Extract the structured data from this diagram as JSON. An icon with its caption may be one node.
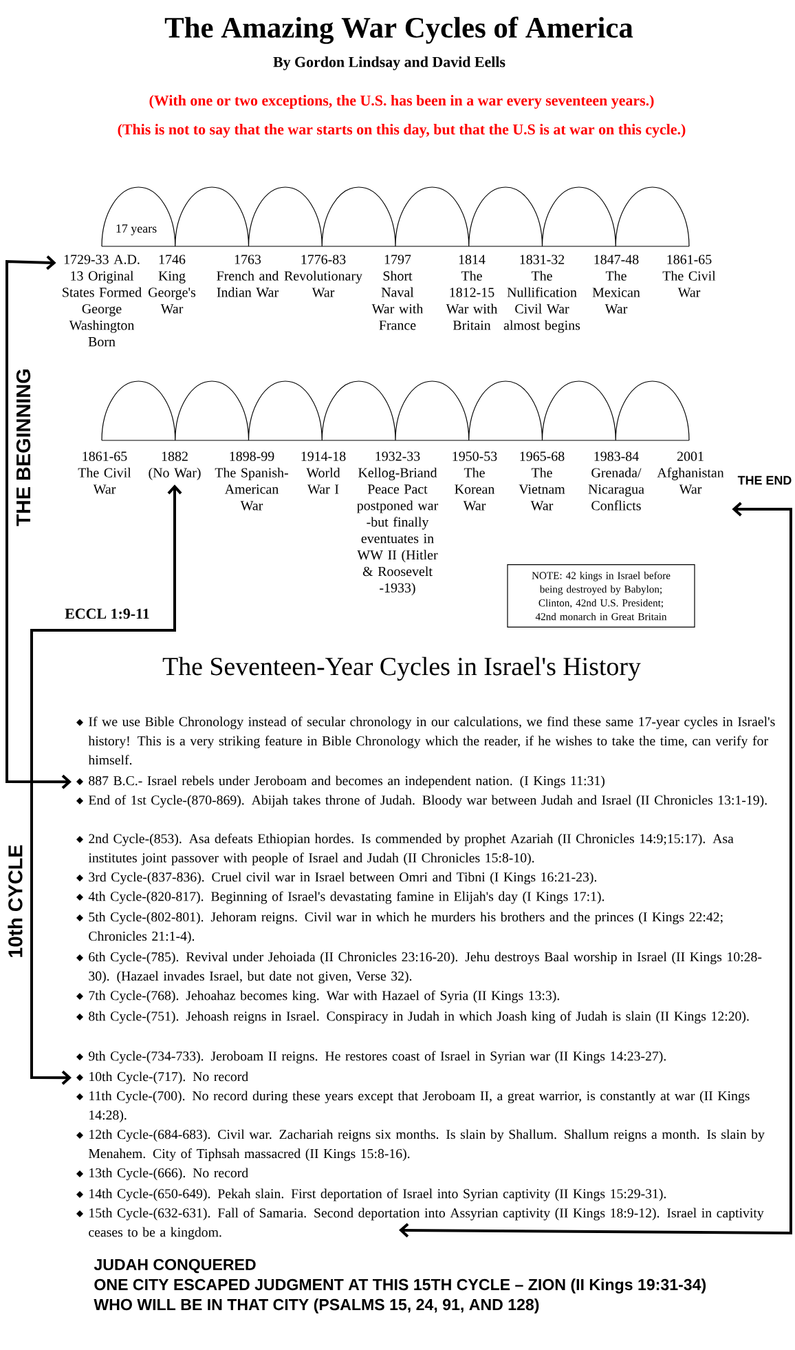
{
  "diagram": {
    "title": "The Amazing War Cycles of America",
    "nodes": [
      {
        "text": [
          "1729-33 A.D.",
          "13 Original States Formed George Washington Born"
        ]
      },
      {
        "text": [
          "1746",
          "King George's War"
        ]
      },
      {
        "text": [
          "1763",
          "French and Indian War"
        ]
      },
      {
        "text": [
          "1776-83",
          "Revolutionary War"
        ]
      },
      {
        "text": [
          "1797",
          "Short Naval War with France"
        ]
      },
      {
        "text": [
          "1814",
          "The 1812-15 War with Britain"
        ]
      },
      {
        "text": [
          "1831-32",
          "The Nullification Civil War almost begins"
        ]
      },
      {
        "text": [
          "1847-48",
          "The Mexican War"
        ]
      },
      {
        "text": [
          "1861-65",
          "The Civil War"
        ]
      },
      {
        "text": [
          "1861-65",
          "The Civil War"
        ]
      },
      {
        "text": [
          "1882",
          "(No War)"
        ]
      },
      {
        "text": [
          "1898-99",
          "The Spanish-American War"
        ]
      },
      {
        "text": [
          "1914-18",
          "World War I"
        ]
      },
      {
        "text": [
          "1932-33",
          "Kellog-Briand Peace Pact postponed war -but finally eventuates in WW II (Hitler & Roosevelt -1933)"
        ]
      },
      {
        "text": [
          "1950-53",
          "The Korean War"
        ]
      },
      {
        "text": [
          "1965-68",
          "The Vietnam War"
        ]
      },
      {
        "text": [
          "1983-84",
          "Grenada/ Nicaragua Conflicts"
        ]
      },
      {
        "text": [
          "2001",
          "Afghanistan War"
        ]
      },
      {
        "text": [
          "NOTE: 42 kings in Israel before being destroyed by Babylon; Clinton, 42nd U.S. President; 42nd monarch in Great Britain"
        ]
      },
      {
        "text": [
          "887 B.C.- Israel rebels under Jeroboam and becomes an independent nation. (I Kings 11:31)"
        ]
      },
      {
        "text": [
          "10th Cycle-(717). No record"
        ]
      },
      {
        "text": [
          "15th Cycle-(632-631). Fall of Samaria. Second deportation into Assyrian captivity (II Kings 18:9-12). Israel in captivity ceases to be a kingdom."
        ]
      }
    ],
    "edges": [
      {
        "from": 19,
        "to": 0,
        "arrow": "both",
        "label": "THE BEGINNING"
      },
      {
        "from": 20,
        "to": 10,
        "arrow": "both",
        "label": "10th CYCLE"
      },
      {
        "from": 21,
        "to": 17,
        "arrow": "both"
      }
    ],
    "labels": [
      "By Gordon Lindsay and David Eells",
      "(With one or two exceptions, the U.S. has been in a war every seventeen years.)",
      "(This is not to say that the war starts on this day, but that the U.S is at war on this cycle.)",
      "17 years",
      "THE END",
      "ECCL 1:9-11",
      "The Seventeen-Year Cycles in Israel's History",
      "If we use Bible Chronology instead of secular chronology in our calculations, we find these same 17-year cycles in Israel's history! This is a very striking feature in Bible Chronology which the reader, if he wishes to take the time, can verify for himself.",
      "End of 1st Cycle-(870-869). Abijah takes throne of Judah. Bloody war between Judah and Israel (II Chronicles 13:1-19).",
      "2nd Cycle-(853). Asa defeats Ethiopian hordes. Is commended by prophet Azariah (II Chronicles 14:9;15:17). Asa institutes joint passover with people of Israel and Judah (II Chronicles 15:8-10).",
      "3rd Cycle-(837-836). Cruel civil war in Israel between Omri and Tibni (I Kings 16:21-23).",
      "4th Cycle-(820-817). Beginning of Israel's devastating famine in Elijah's day (I Kings 17:1).",
      "5th Cycle-(802-801). Jehoram reigns. Civil war in which he murders his brothers and the princes (I Kings 22:42; Chronicles 21:1-4).",
      "6th Cycle-(785). Revival under Jehoiada (II Chronicles 23:16-20). Jehu destroys Baal worship in Israel (II Kings 10:28-30). (Hazael invades Israel, but date not given, Verse 32).",
      "7th Cycle-(768). Jehoahaz becomes king. War with Hazael of Syria (II Kings 13:3).",
      "8th Cycle-(751). Jehoash reigns in Israel. Conspiracy in Judah in which Joash king of Judah is slain (II Kings 12:20).",
      "9th Cycle-(734-733). Jeroboam II reigns. He restores coast of Israel in Syrian war (II Kings 14:23-27).",
      "11th Cycle-(700). No record during these years except that Jeroboam II, a great warrior, is constantly at war (II Kings 14:28).",
      "12th Cycle-(684-683). Civil war. Zachariah reigns six months. Is slain by Shallum. Shallum reigns a month. Is slain by Menahem. City of Tiphsah massacred (II Kings 15:8-16).",
      "13th Cycle-(666). No record",
      "14th Cycle-(650-649). Pekah slain. First deportation of Israel into Syrian captivity (II Kings 15:29-31).",
      "JUDAH CONQUERED",
      "ONE CITY ESCAPED JUDGMENT AT THIS 15TH CYCLE – ZION (II Kings 19:31-34)",
      "WHO WILL BE IN THAT CITY (PSALMS 15, 24, 91, AND 128)"
    ]
  }
}
